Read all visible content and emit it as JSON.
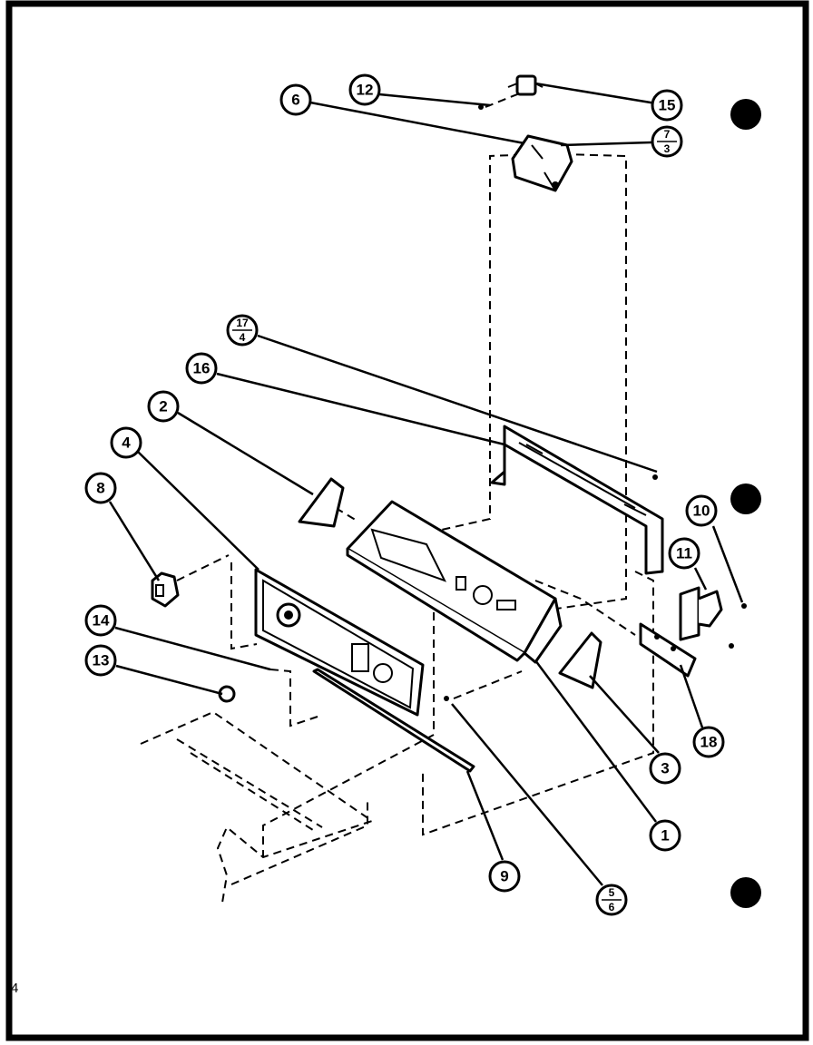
{
  "page_number": "4",
  "callouts": [
    {
      "id": "c1",
      "top": "1"
    },
    {
      "id": "c2",
      "top": "2"
    },
    {
      "id": "c3",
      "top": "3"
    },
    {
      "id": "c4",
      "top": "4"
    },
    {
      "id": "c5-6",
      "top": "5",
      "bottom": "6"
    },
    {
      "id": "c6",
      "top": "6"
    },
    {
      "id": "c7-3",
      "top": "7",
      "bottom": "3"
    },
    {
      "id": "c8",
      "top": "8"
    },
    {
      "id": "c9",
      "top": "9"
    },
    {
      "id": "c10",
      "top": "10"
    },
    {
      "id": "c11",
      "top": "11"
    },
    {
      "id": "c12",
      "top": "12"
    },
    {
      "id": "c13",
      "top": "13"
    },
    {
      "id": "c14",
      "top": "14"
    },
    {
      "id": "c15",
      "top": "15"
    },
    {
      "id": "c16",
      "top": "16"
    },
    {
      "id": "c17-4",
      "top": "17",
      "bottom": "4"
    },
    {
      "id": "c18",
      "top": "18"
    }
  ]
}
